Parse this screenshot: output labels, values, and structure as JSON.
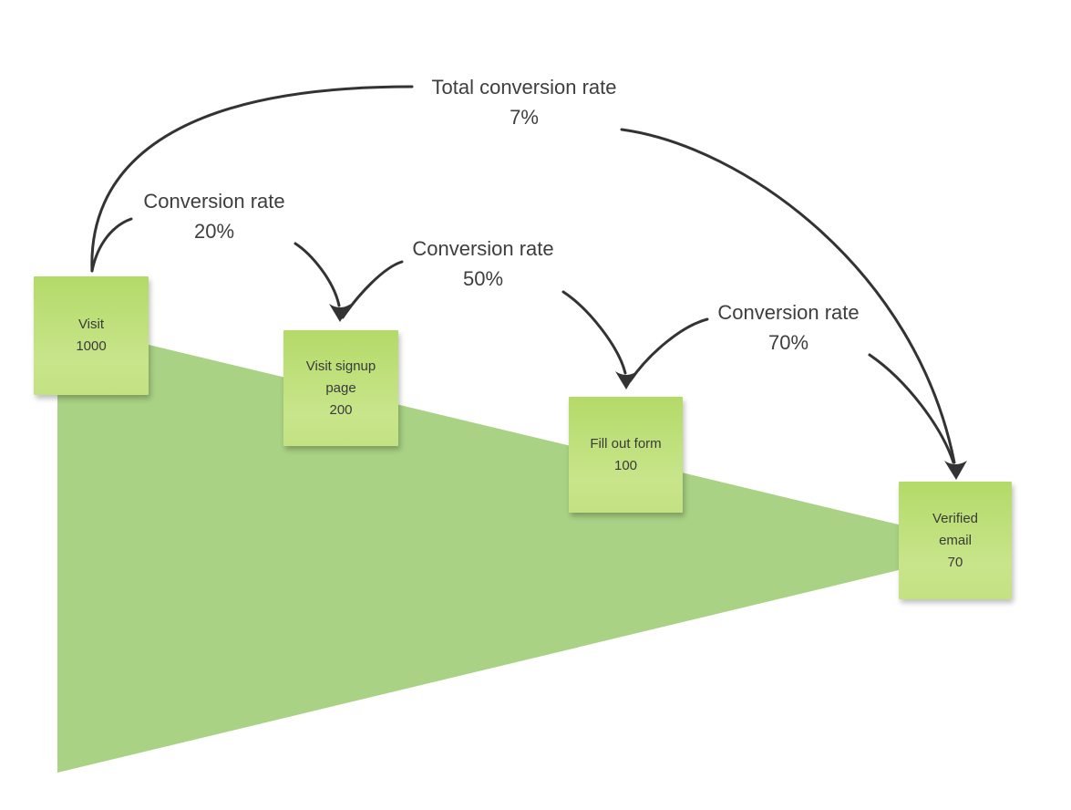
{
  "diagram": {
    "type": "funnel",
    "stages": [
      {
        "name": "Visit",
        "value": 1000,
        "lines": [
          "Visit",
          "1000"
        ]
      },
      {
        "name": "Visit signup page",
        "value": 200,
        "lines": [
          "Visit signup",
          "page",
          "200"
        ]
      },
      {
        "name": "Fill out form",
        "value": 100,
        "lines": [
          "Fill out form",
          "100"
        ]
      },
      {
        "name": "Verified email",
        "value": 70,
        "lines": [
          "Verified",
          "email",
          "70"
        ]
      }
    ],
    "annotations": [
      {
        "label": "Total conversion rate",
        "value": "7%",
        "from": "Visit",
        "to": "Verified email"
      },
      {
        "label": "Conversion rate",
        "value": "20%",
        "from": "Visit",
        "to": "Visit signup page"
      },
      {
        "label": "Conversion rate",
        "value": "50%",
        "from": "Visit signup page",
        "to": "Fill out form"
      },
      {
        "label": "Conversion rate",
        "value": "70%",
        "from": "Fill out form",
        "to": "Verified email"
      }
    ],
    "colors": {
      "background": "#ffffff",
      "funnel": "#a9d284",
      "note_top": "#b4da69",
      "note_mid": "#c8e58b",
      "note_bottom": "#c3e282",
      "note_text": "#3a3a3a",
      "label_text": "#3e3e3e",
      "arrow": "#333333"
    }
  }
}
